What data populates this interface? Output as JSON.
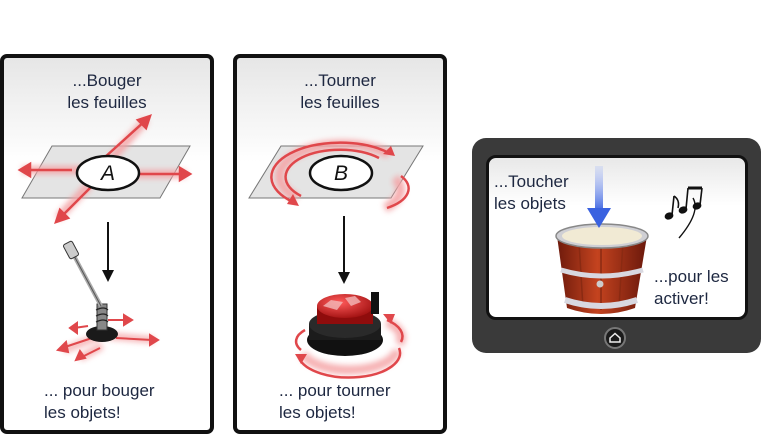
{
  "panel_a": {
    "top_line1": "...Bouger",
    "top_line2": "les feuilles",
    "sheet_letter": "A",
    "bottom_line1": "... pour bouger",
    "bottom_line2": "les objets!"
  },
  "panel_b": {
    "top_line1": "...Tourner",
    "top_line2": "les feuilles",
    "sheet_letter": "B",
    "bottom_line1": "... pour tourner",
    "bottom_line2": "les objets!"
  },
  "tablet": {
    "left_line1": "...Toucher",
    "left_line2": "les objets",
    "right_line1": "...pour les",
    "right_line2": "activer!"
  },
  "colors": {
    "arrow_red": "#e0474b",
    "glow_red": "#f4a3a5",
    "frame": "#111111",
    "touch_blue": "#4a6fe8",
    "drum_red": "#b8341c",
    "tablet_body": "#3a3a3a"
  },
  "icons": [
    "move-arrows-icon",
    "rotate-arrows-icon",
    "down-arrow-icon",
    "joystick-icon",
    "knob-icon",
    "drum-icon",
    "music-notes-icon",
    "home-icon"
  ]
}
